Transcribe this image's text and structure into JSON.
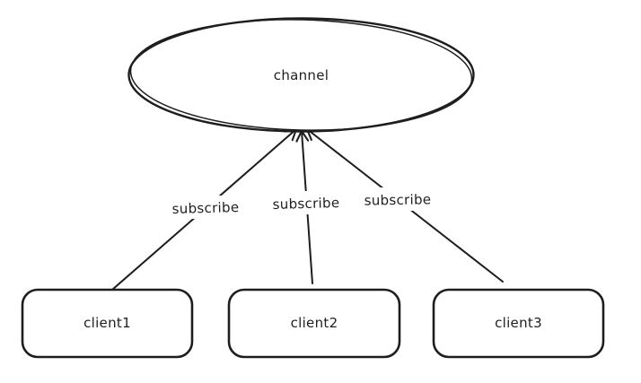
{
  "diagram": {
    "background": "#ffffff",
    "stroke_color": "#1e1e1e",
    "channel": {
      "label": "channel"
    },
    "clients": [
      {
        "label": "client1"
      },
      {
        "label": "client2"
      },
      {
        "label": "client3"
      }
    ],
    "edges": [
      {
        "label": "subscribe",
        "from": "client1",
        "to": "channel"
      },
      {
        "label": "subscribe",
        "from": "client2",
        "to": "channel"
      },
      {
        "label": "subscribe",
        "from": "client3",
        "to": "channel"
      }
    ]
  }
}
